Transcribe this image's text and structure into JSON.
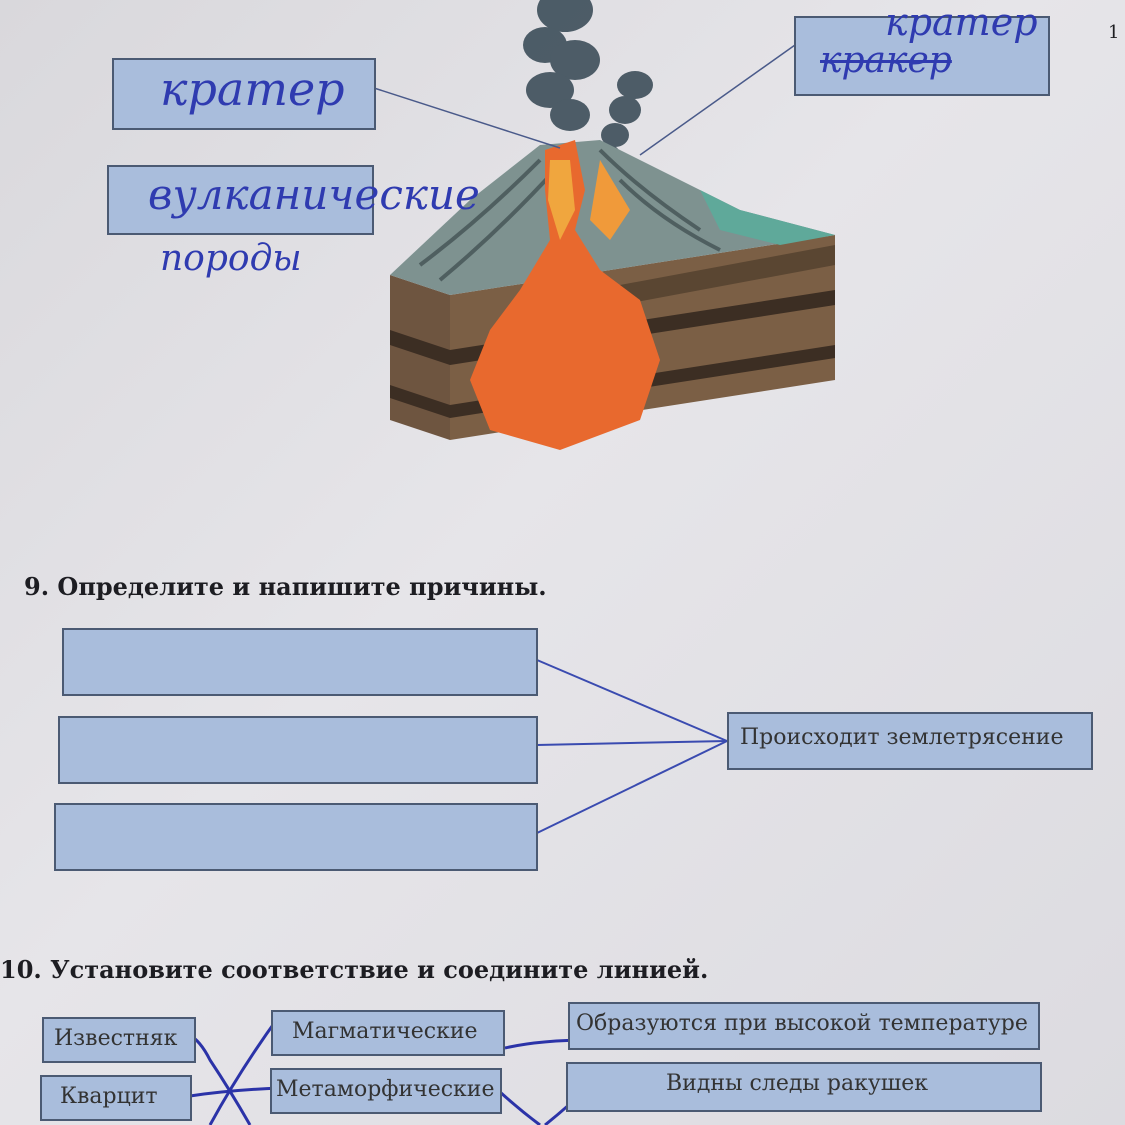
{
  "page_number": "1",
  "volcano_diagram": {
    "label_left_top": "кратер",
    "label_left_bottom_line1": "вулканические",
    "label_left_bottom_line2": "породы",
    "label_right_top": "кратер",
    "label_right_struck": "кракер"
  },
  "task9": {
    "heading": "9. Определите и напишите причины.",
    "result_box": "Происходит землетрясение",
    "answer_boxes": [
      "",
      "",
      ""
    ]
  },
  "task10": {
    "heading": "10. Установите соответствие и соедините линией.",
    "col1": [
      "Известняк",
      "Кварцит"
    ],
    "col2": [
      "Магматические",
      "Метаморфические"
    ],
    "col3": [
      "Образуются при высокой температуре",
      "Видны следы ракушек"
    ]
  },
  "colors": {
    "box_fill": "#a9bddc",
    "box_border": "#4b5a73",
    "ink": "#2f3bb0"
  }
}
